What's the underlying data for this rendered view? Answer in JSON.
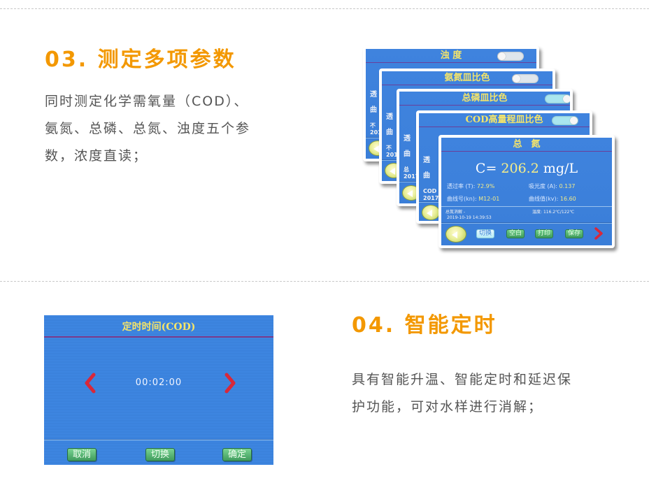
{
  "section3": {
    "title": "03. 测定多项参数",
    "description_lines": [
      "同时测定化学需氧量（COD）、",
      "氨氮、总磷、总氮、浊度五个参",
      "数，浓度直读；"
    ]
  },
  "section4": {
    "title": "04. 智能定时",
    "description_lines": [
      "具有智能升温、智能定时和延迟保",
      "护功能，可对水样进行消解；"
    ]
  },
  "stacked_screens": [
    {
      "title": "浊 度",
      "toggle": "off",
      "stubs": [
        "透",
        "曲",
        "不",
        "201"
      ]
    },
    {
      "title": "氨氮皿比色",
      "toggle": "off",
      "stubs": [
        "透",
        "曲",
        "不",
        "201"
      ]
    },
    {
      "title": "总磷皿比色",
      "toggle": "on",
      "stubs": [
        "透",
        "曲",
        "总",
        "2017"
      ]
    },
    {
      "title": "COD高量程皿比色",
      "toggle": "on",
      "stubs": [
        "透",
        "曲",
        "COD",
        "2017"
      ]
    }
  ],
  "front_screen": {
    "title": "总　氮",
    "concentration_prefix": "C=",
    "concentration_value": "206.2",
    "concentration_unit": "mg/L",
    "transmittance_label": "透过率 (T):",
    "transmittance_value": "72.9%",
    "absorbance_label": "吸光度 (A):",
    "absorbance_value": "0.137",
    "curve_no_label": "曲线号(kn):",
    "curve_no_value": "M12-01",
    "curve_val_label": "曲线值(kv):",
    "curve_val_value": "16.60",
    "status_text": "总氮消解 -",
    "temp_label": "温度:",
    "temp_value": "116.2℃/122℃",
    "datetime": "2019-10-19 14:39:53",
    "buttons": {
      "switch": "切换",
      "blank": "空白",
      "print": "打印",
      "save": "保存"
    }
  },
  "timer_screen": {
    "title": "定时时间(COD)",
    "value": "00:02:00",
    "buttons": {
      "cancel": "取消",
      "switch": "切换",
      "confirm": "确定"
    }
  },
  "colors": {
    "accent": "#f39800",
    "screen_blue": "#3b80da",
    "screen_title": "#f4e46a",
    "button_green": "#4caf6a",
    "chevron_red": "#d8283a"
  }
}
